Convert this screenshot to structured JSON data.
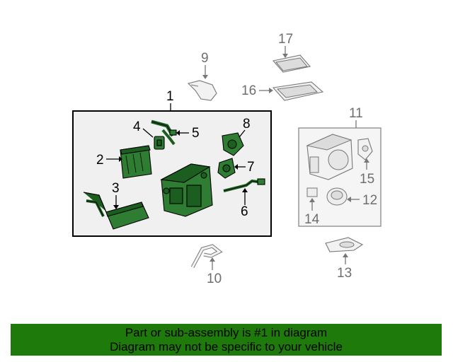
{
  "callouts": {
    "c1": "1",
    "c2": "2",
    "c3": "3",
    "c4": "4",
    "c5": "5",
    "c6": "6",
    "c7": "7",
    "c8": "8",
    "c9": "9",
    "c10": "10",
    "c11": "11",
    "c12": "12",
    "c13": "13",
    "c14": "14",
    "c15": "15",
    "c16": "16",
    "c17": "17"
  },
  "footer": {
    "line1": "Part or sub-assembly is #1 in diagram",
    "line2": "Diagram may not be specific to your vehicle"
  },
  "colors": {
    "highlight": "#2e7d32",
    "footer_bg": "#1e7a0b",
    "box_bg": "#f0f0f0"
  }
}
